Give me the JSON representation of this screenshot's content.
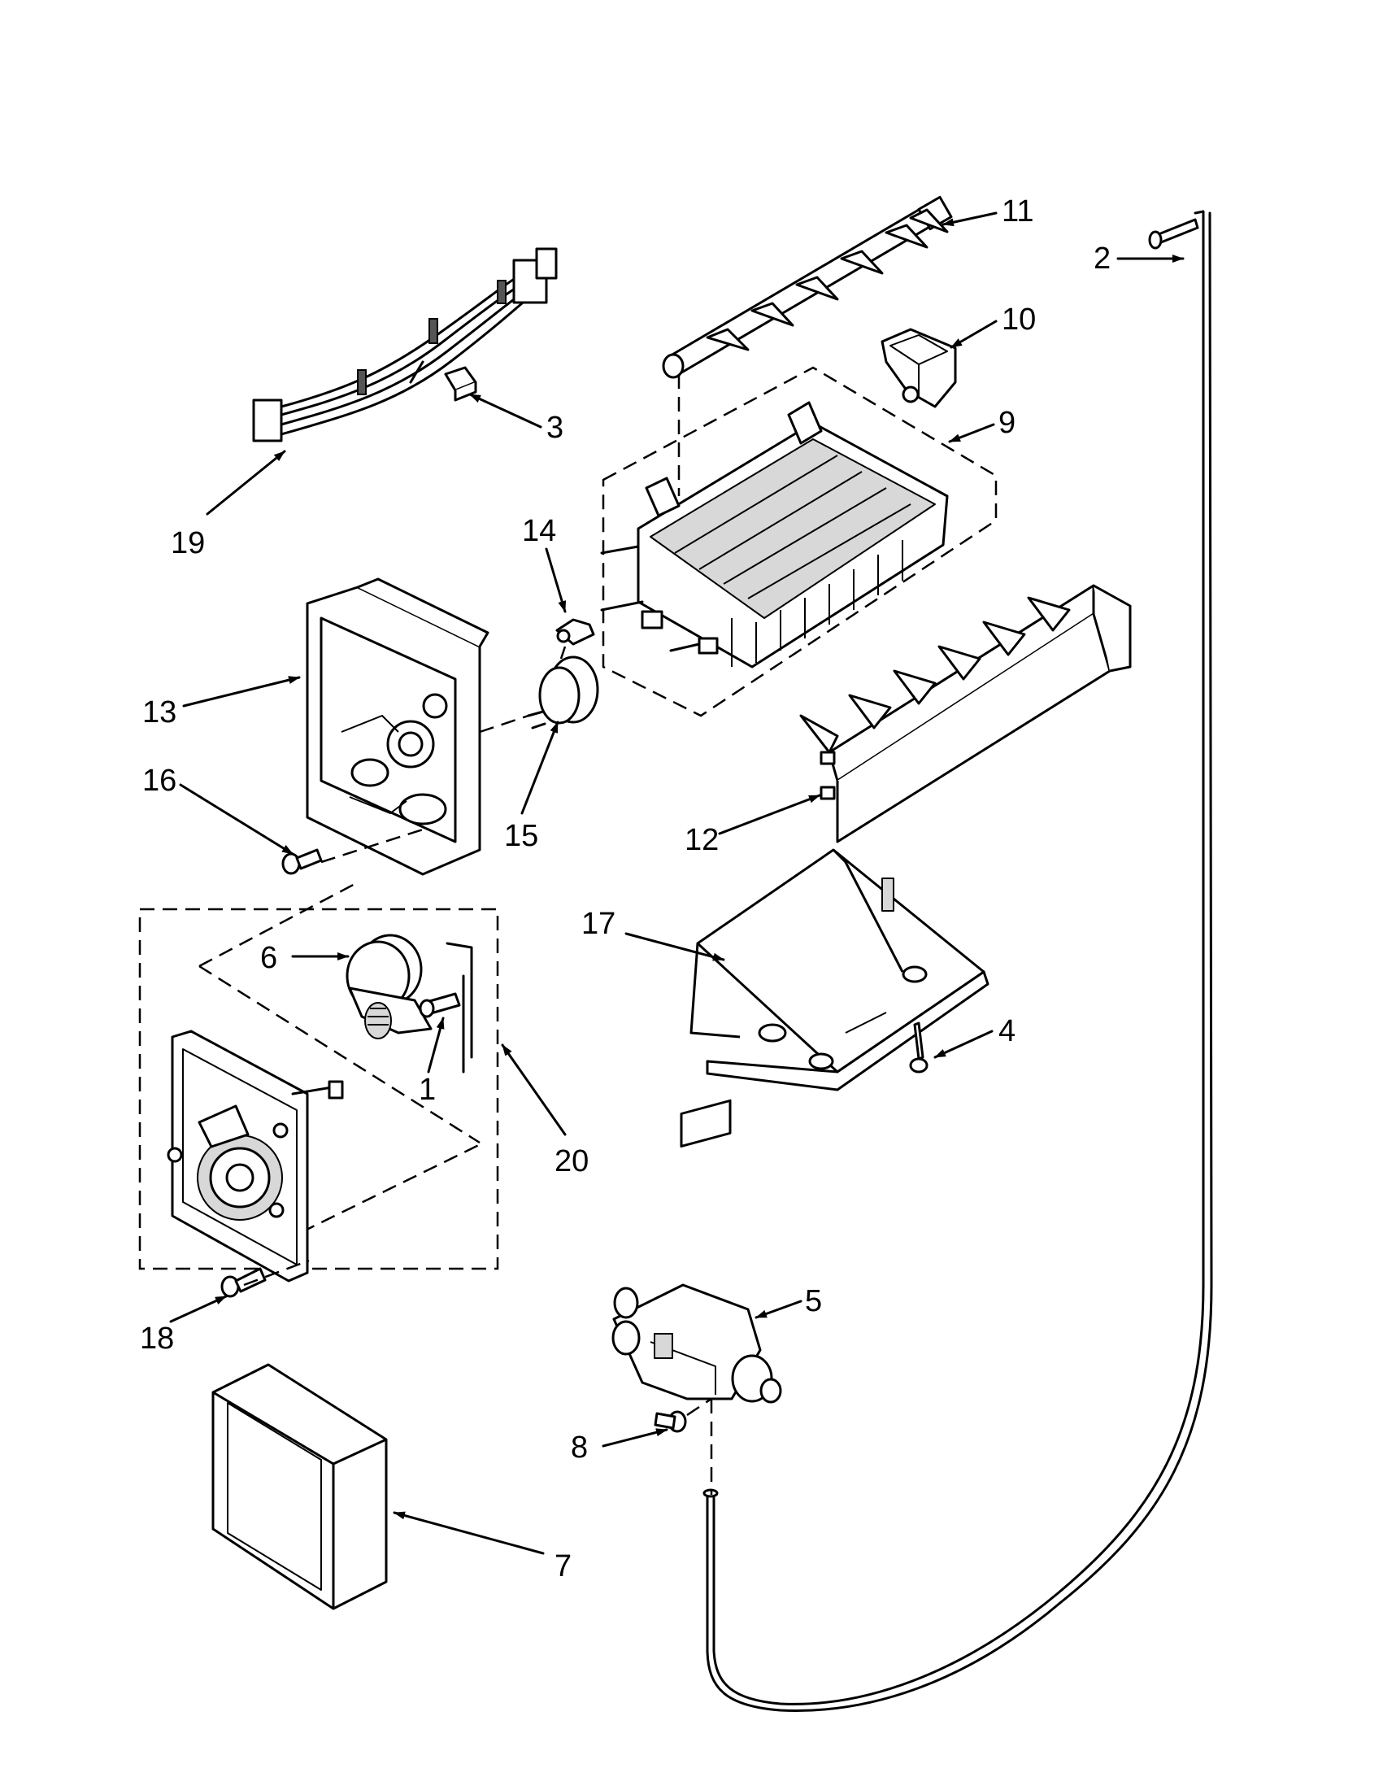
{
  "callouts": [
    {
      "id": "1",
      "label": "1"
    },
    {
      "id": "2",
      "label": "2"
    },
    {
      "id": "3",
      "label": "3"
    },
    {
      "id": "4",
      "label": "4"
    },
    {
      "id": "5",
      "label": "5"
    },
    {
      "id": "6",
      "label": "6"
    },
    {
      "id": "7",
      "label": "7"
    },
    {
      "id": "8",
      "label": "8"
    },
    {
      "id": "9",
      "label": "9"
    },
    {
      "id": "10",
      "label": "10"
    },
    {
      "id": "11",
      "label": "11"
    },
    {
      "id": "12",
      "label": "12"
    },
    {
      "id": "13",
      "label": "13"
    },
    {
      "id": "14",
      "label": "14"
    },
    {
      "id": "15",
      "label": "15"
    },
    {
      "id": "16",
      "label": "16"
    },
    {
      "id": "17",
      "label": "17"
    },
    {
      "id": "18",
      "label": "18"
    },
    {
      "id": "19",
      "label": "19"
    },
    {
      "id": "20",
      "label": "20"
    }
  ],
  "colors": {
    "line": "#000000",
    "background": "#ffffff",
    "shade": "#d8d8d8"
  }
}
